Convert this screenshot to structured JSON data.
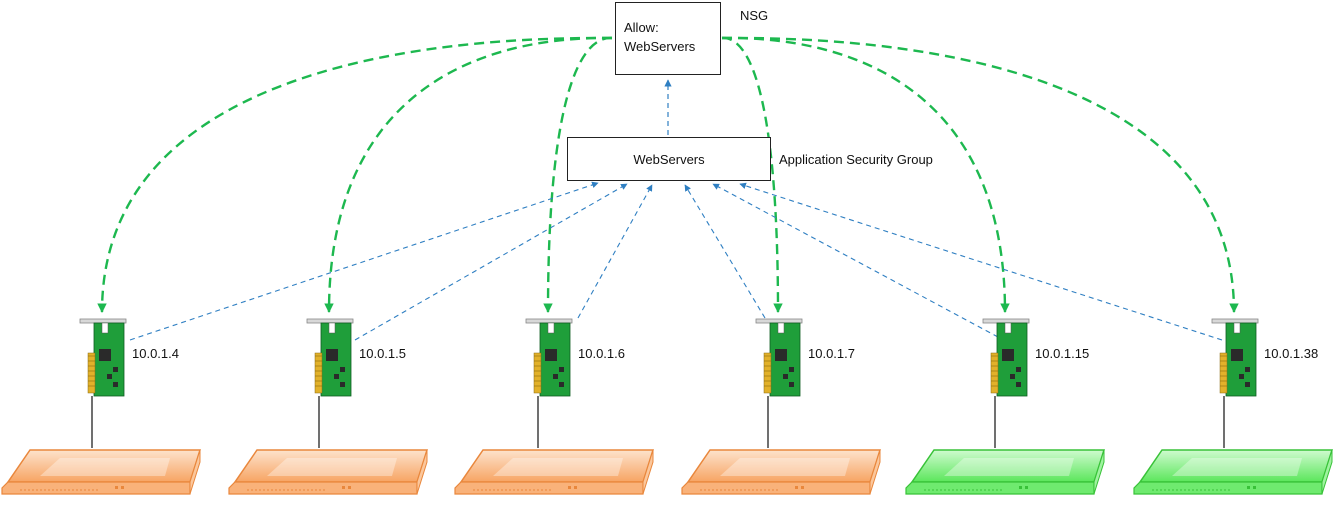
{
  "nsg": {
    "rule_line1": "Allow:",
    "rule_line2": "WebServers",
    "label": "NSG"
  },
  "asg": {
    "name": "WebServers",
    "label": "Application Security Group"
  },
  "servers": [
    {
      "ip": "10.0.1.4",
      "color": "orange"
    },
    {
      "ip": "10.0.1.5",
      "color": "orange"
    },
    {
      "ip": "10.0.1.6",
      "color": "orange"
    },
    {
      "ip": "10.0.1.7",
      "color": "orange"
    },
    {
      "ip": "10.0.1.15",
      "color": "green"
    },
    {
      "ip": "10.0.1.38",
      "color": "green"
    }
  ],
  "colors": {
    "nsg_link": "#1db84f",
    "asg_link": "#2f7fc2",
    "server_orange": "#f7a463",
    "server_green": "#5be65b",
    "nic_board": "#1f9e3a"
  },
  "icons": [
    "network-card-icon",
    "server-icon"
  ]
}
